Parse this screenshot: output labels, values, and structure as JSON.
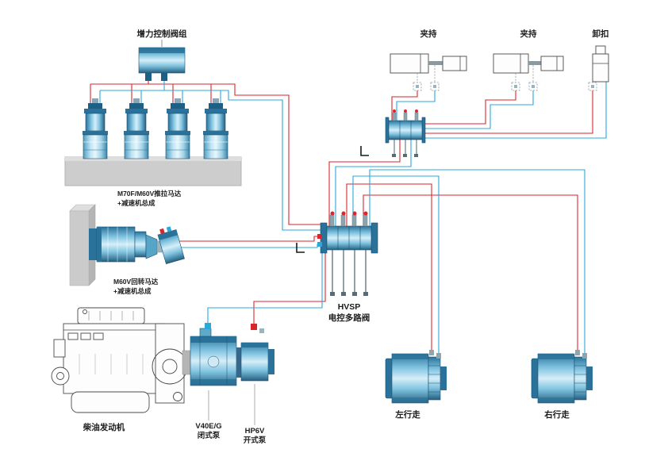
{
  "labels": {
    "boost_valve": "增力控制阀组",
    "push_pull_motor_1": "M70F/M60V推拉马达",
    "push_pull_motor_2": "+减速机总成",
    "rotary_motor_1": "M60V回转马达",
    "rotary_motor_2": "+减速机总成",
    "diesel_engine": "柴油发动机",
    "closed_pump_1": "V40E/G",
    "closed_pump_2": "闭式泵",
    "open_pump_1": "HP6V",
    "open_pump_2": "开式泵",
    "hvsp_1": "HVSP",
    "hvsp_2": "电控多路阀",
    "clamp_left": "夹持",
    "clamp_right": "夹持",
    "shackle": "卸扣",
    "travel_left": "左行走",
    "travel_right": "右行走"
  },
  "colors": {
    "pressure_line": "#d9262c",
    "return_line": "#29a8dc",
    "component_blue": "#3a97c0",
    "base_gray": "#cdcdcd"
  }
}
